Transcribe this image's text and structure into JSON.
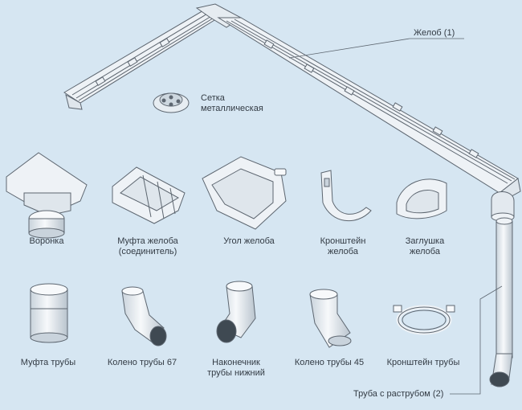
{
  "callouts": {
    "gutter": "Желоб (1)",
    "pipe": "Труба с раструбом (2)"
  },
  "mesh_label": {
    "line1": "Сетка",
    "line2": "металлическая"
  },
  "row1": [
    {
      "line1": "Воронка",
      "line2": ""
    },
    {
      "line1": "Муфта желоба",
      "line2": "(соединитель)"
    },
    {
      "line1": "Угол желоба",
      "line2": ""
    },
    {
      "line1": "Кронштейн",
      "line2": "желоба"
    },
    {
      "line1": "Заглушка",
      "line2": "желоба"
    }
  ],
  "row2": [
    {
      "line1": "Муфта трубы",
      "line2": ""
    },
    {
      "line1": "Колено трубы 67",
      "line2": ""
    },
    {
      "line1": "Наконечник",
      "line2": "трубы нижний"
    },
    {
      "line1": "Колено трубы 45",
      "line2": ""
    },
    {
      "line1": "Кронштейн трубы",
      "line2": ""
    }
  ],
  "colors": {
    "background": "#d6e6f2",
    "part_fill": "#f2f5f8",
    "part_stroke": "#5d6670",
    "text": "#333b44"
  }
}
